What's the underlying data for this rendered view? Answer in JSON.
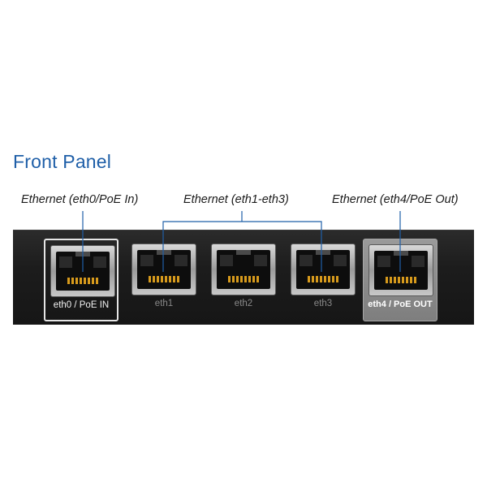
{
  "title": "Front Panel",
  "callouts": {
    "eth0": "Ethernet (eth0/PoE In)",
    "eth1_3": "Ethernet (eth1-eth3)",
    "eth4": "Ethernet (eth4/PoE Out)"
  },
  "ports": [
    {
      "label": "eth0 / PoE IN",
      "style": "outlined"
    },
    {
      "label": "eth1",
      "style": "plain"
    },
    {
      "label": "eth2",
      "style": "plain"
    },
    {
      "label": "eth3",
      "style": "plain"
    },
    {
      "label": "eth4 / PoE OUT",
      "style": "highlight"
    }
  ],
  "colors": {
    "title": "#1f5fa8",
    "leader_lines": "#1f5fa8",
    "device_body": "#1c1c1c",
    "pins": "#d79a1c"
  }
}
